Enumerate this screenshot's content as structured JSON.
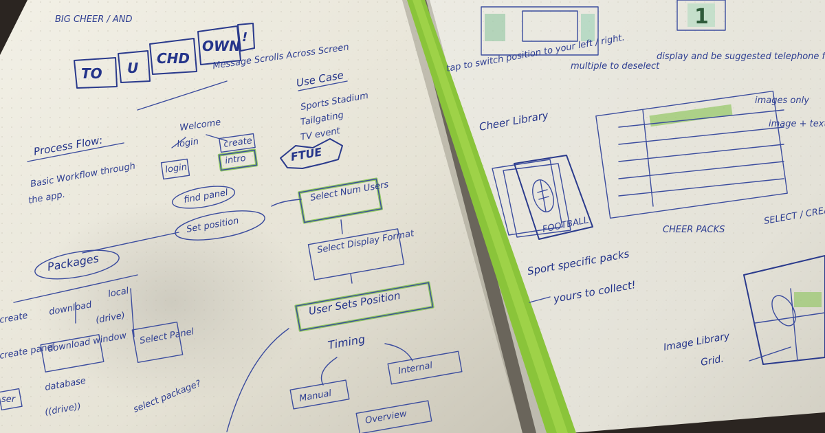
{
  "left_page": {
    "header_small": "BIG CHEER / AND",
    "touchdown_letters": [
      "TO",
      "U",
      "CHD",
      "OWN",
      "!"
    ],
    "message_scroll": "Message Scrolls Across Screen",
    "use_case": {
      "title": "Use Case",
      "items": [
        "Sports Stadium",
        "Tailgating",
        "TV event"
      ]
    },
    "process_flow": {
      "title": "Process Flow:",
      "desc_line1": "Basic Workflow through",
      "desc_line2": "the app.",
      "welcome": "Welcome",
      "login_tab": "login",
      "create_tab": "create",
      "login_box": "login",
      "intro_box": "intro",
      "ftue": "FTUE",
      "find_panel": "find panel",
      "set_position": "Set position",
      "packages": "Packages",
      "create_left": "create",
      "download": "download",
      "local": "local",
      "drive": "(drive)",
      "create_panel": "create panel",
      "download_window": "download window",
      "database": "database",
      "drive2": "((drive))",
      "select_panel": "Select Panel",
      "select_package": "select package?",
      "select_num_users": "Select Num Users",
      "select_display_format": "Select Display Format",
      "user_sets_position": "User Sets Position",
      "timing": "Timing",
      "manual": "Manual",
      "internal": "Internal",
      "overview": "Overview",
      "small_label": "ser"
    }
  },
  "right_page": {
    "frame_number": "1",
    "note_tap": "tap to switch position to your left / right.",
    "note_multiple": "multiple to deselect",
    "note_display": "display and be suggested telephone from stadium is organized",
    "cheer_library": "Cheer Library",
    "card_label": "FOOTBALL",
    "sport_packs": "Sport specific packs",
    "yours_to_collect": "yours to collect!",
    "cheer_packs": "CHEER PACKS",
    "select_create": "SELECT / CREATE",
    "images_note": "images only",
    "image_text_note": "image + text",
    "image_library": "Image Library",
    "grid": "Grid."
  }
}
